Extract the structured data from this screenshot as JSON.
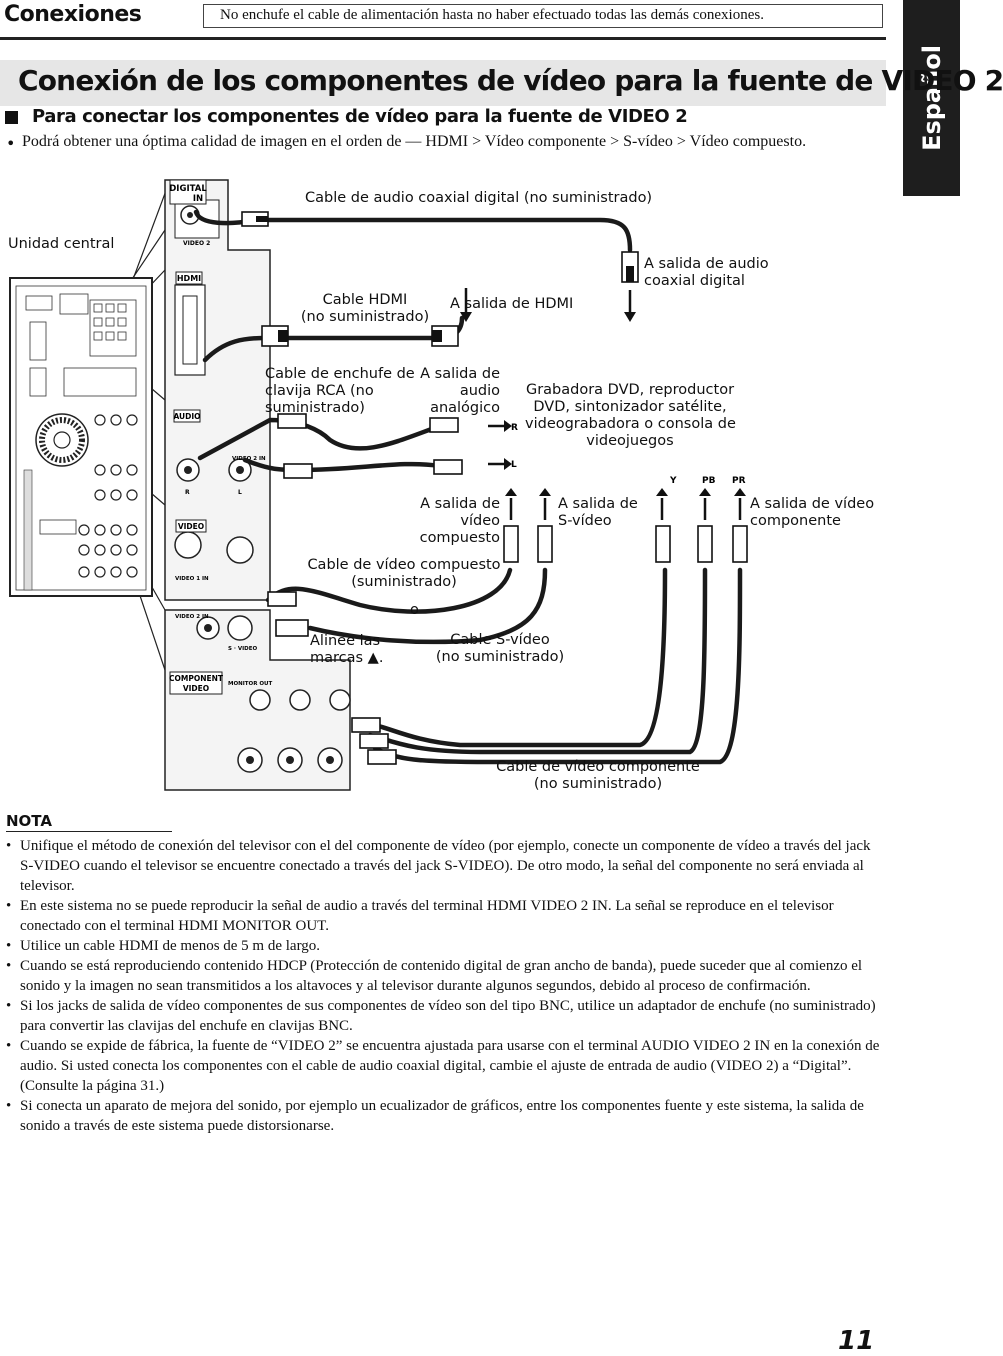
{
  "header": {
    "section": "Conexiones",
    "notice": "No enchufe el cable de alimentación hasta no haber efectuado todas las demás conexiones."
  },
  "language_tab": "Español",
  "main": {
    "title": "Conexión de los componentes de vídeo para la fuente de VIDEO 2",
    "subtitle": "Para conectar los componentes de vídeo para la fuente de VIDEO 2",
    "intro": "Podrá obtener una óptima calidad de imagen en el orden de — HDMI > Vídeo componente > S-vídeo > Vídeo compuesto."
  },
  "diagram": {
    "unit_label": "Unidad central",
    "coax_cable": "Cable de audio coaxial digital (no suministrado)",
    "hdmi_cable": [
      "Cable HDMI",
      "(no suministrado)"
    ],
    "hdmi_out": "A salida de HDMI",
    "coax_out": [
      "A salida de audio",
      "coaxial digital"
    ],
    "rca_cable": [
      "Cable de enchufe de",
      "clavija RCA (no",
      "suministrado)"
    ],
    "analog_out": [
      "A salida de",
      "audio",
      "analógico"
    ],
    "device": [
      "Grabadora DVD, reproductor",
      "DVD, sintonizador satélite,",
      "videograbadora o consola de",
      "videojuegos"
    ],
    "composite_out": [
      "A salida de",
      "vídeo",
      "compuesto"
    ],
    "svideo_out": [
      "A salida de",
      "S-vídeo"
    ],
    "component_out": [
      "A salida de vídeo",
      "componente"
    ],
    "composite_cable": [
      "Cable de vídeo compuesto",
      "(suministrado)"
    ],
    "or": "o",
    "align": [
      "Alinee las",
      "marcas ▲."
    ],
    "svideo_cable": [
      "Cable S-vídeo",
      "(no suministrado)"
    ],
    "component_cable": [
      "Cable de vídeo componente",
      "(no suministrado)"
    ],
    "jack_labels": {
      "digital_in": [
        "DIGITAL",
        "IN"
      ],
      "video2": "VIDEO 2",
      "hdmi": "HDMI",
      "video1_in": "VIDEO 1 IN",
      "video2_in": "VIDEO 2 IN",
      "audio": "AUDIO",
      "video": "VIDEO",
      "svideo": "S · VIDEO",
      "monitor_out": "MONITOR OUT",
      "component_video": [
        "COMPONENT",
        "VIDEO"
      ],
      "y": "Y",
      "pb": "PB",
      "pr": "PR",
      "r": "R",
      "l": "L"
    }
  },
  "nota": {
    "title": "NOTA",
    "items": [
      "Unifique el método de conexión del televisor con el del componente de vídeo (por ejemplo, conecte un componente de vídeo a través del jack S-VIDEO cuando el televisor se encuentre conectado a través del jack S-VIDEO). De otro modo, la señal del componente no será enviada al televisor.",
      "En este sistema no se puede reproducir la señal de audio a través del terminal HDMI VIDEO 2 IN. La señal se reproduce en el televisor conectado con el terminal HDMI MONITOR OUT.",
      "Utilice un cable HDMI de menos de 5 m de largo.",
      "Cuando se está reproduciendo contenido HDCP (Protección de contenido digital de gran ancho de banda), puede suceder que al comienzo el sonido y la imagen no sean transmitidos a los altavoces y al televisor durante algunos segundos, debido al proceso de confirmación.",
      "Si los jacks de salida de vídeo componentes de sus componentes de vídeo son del tipo BNC, utilice un adaptador de enchufe (no suministrado) para convertir las clavijas del enchufe en clavijas BNC.",
      "Cuando se expide de fábrica, la fuente de “VIDEO 2” se encuentra ajustada para usarse con el terminal AUDIO VIDEO 2 IN en la conexión de audio. Si usted conecta los componentes con el cable de audio coaxial digital, cambie el ajuste de entrada de audio (VIDEO 2) a “Digital”. (Consulte la página 31.)",
      "Si conecta un aparato de mejora del sonido, por ejemplo un ecualizador de gráficos, entre los componentes fuente y este sistema, la salida de sonido a través de este sistema puede distorsionarse."
    ]
  },
  "page_number": "11"
}
